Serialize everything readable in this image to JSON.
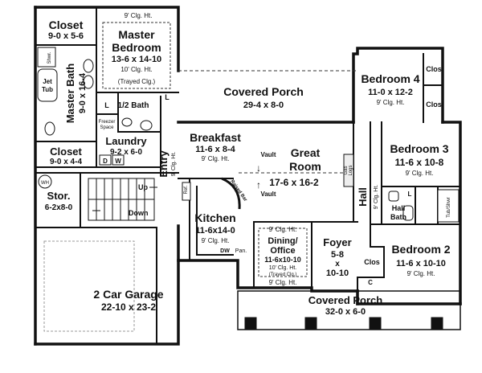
{
  "rooms": {
    "closet1": {
      "name": "Closet",
      "dims": "9-0 x 5-6"
    },
    "master_bedroom": {
      "name1": "Master",
      "name2": "Bedroom",
      "dims": "13-6 x 14-10",
      "clg": "10' Clg. Ht.",
      "clg_top": "9' Clg. Ht.",
      "note": "(Trayed Clg.)"
    },
    "master_bath": {
      "name": "Master Bath",
      "dims": "9-0 x 16-4"
    },
    "shower": {
      "name": "Shwr."
    },
    "jet_tub": {
      "name1": "Jet",
      "name2": "Tub"
    },
    "closet2": {
      "name": "Closet",
      "dims": "9-0 x 4-4"
    },
    "half_bath": {
      "name": "1/2 Bath"
    },
    "freezer": {
      "name1": "Freezer",
      "name2": "Space"
    },
    "laundry": {
      "name": "Laundry",
      "dims": "9-2 x 6-0"
    },
    "covered_porch_rear": {
      "name": "Covered Porch",
      "dims": "29-4 x 8-0"
    },
    "bedroom4": {
      "name": "Bedroom 4",
      "dims": "11-0 x 12-2",
      "clg": "9' Clg. Ht."
    },
    "clos_a": {
      "name": "Clos"
    },
    "clos_b": {
      "name": "Clos"
    },
    "breakfast": {
      "name": "Breakfast",
      "dims": "11-6 x 8-4",
      "clg": "9' Clg. Ht."
    },
    "great_room": {
      "name1": "Great",
      "name2": "Room",
      "dims": "17-6 x 16-2",
      "vault": "Vault"
    },
    "gas_logs": {
      "name1": "Gas",
      "name2": "Logs"
    },
    "bedroom3": {
      "name": "Bedroom 3",
      "dims": "11-6 x 10-8",
      "clg": "9' Clg. Ht."
    },
    "entry": {
      "name": "Entry",
      "clg": "9' Clg. Ht."
    },
    "storage": {
      "name": "Stor.",
      "dims": "6-2x8-0",
      "wh": "WH"
    },
    "stairs": {
      "up": "Up",
      "down": "Down"
    },
    "kitchen": {
      "name": "Kitchen",
      "dims": "11-6x14-0",
      "clg": "9' Clg. Ht."
    },
    "raised_bar": {
      "name": "Raised Bar"
    },
    "ref": {
      "name": "Ref."
    },
    "dining": {
      "name1": "Dining/",
      "name2": "Office",
      "dims": "11-6x10-10",
      "clg": "10' Clg. Ht.",
      "clg_top": "9' Clg. Ht.",
      "clg_bottom": "9' Clg. Ht.",
      "note": "(Trayed Clg.)"
    },
    "foyer": {
      "name": "Foyer",
      "d1": "5-8",
      "x": "x",
      "d2": "10-10"
    },
    "hall": {
      "name": "Hall",
      "clg": "9' Clg. Ht."
    },
    "hall_bath": {
      "name1": "Hall",
      "name2": "Bath"
    },
    "tub_shwr": {
      "name": "Tub/Shwr"
    },
    "bedroom2": {
      "name": "Bedroom 2",
      "dims": "11-6 x 10-10",
      "clg": "9' Clg. Ht."
    },
    "clos_c": {
      "name": "Clos"
    },
    "c_small": {
      "name": "C"
    },
    "garage": {
      "name": "2 Car Garage",
      "dims": "22-10 x 23-2"
    },
    "covered_porch_front": {
      "name": "Covered Porch",
      "dims": "32-0 x 6-0"
    }
  },
  "fixtures": {
    "l": "L",
    "d": "D",
    "w": "W",
    "dw": "DW",
    "pan": "Pan."
  }
}
